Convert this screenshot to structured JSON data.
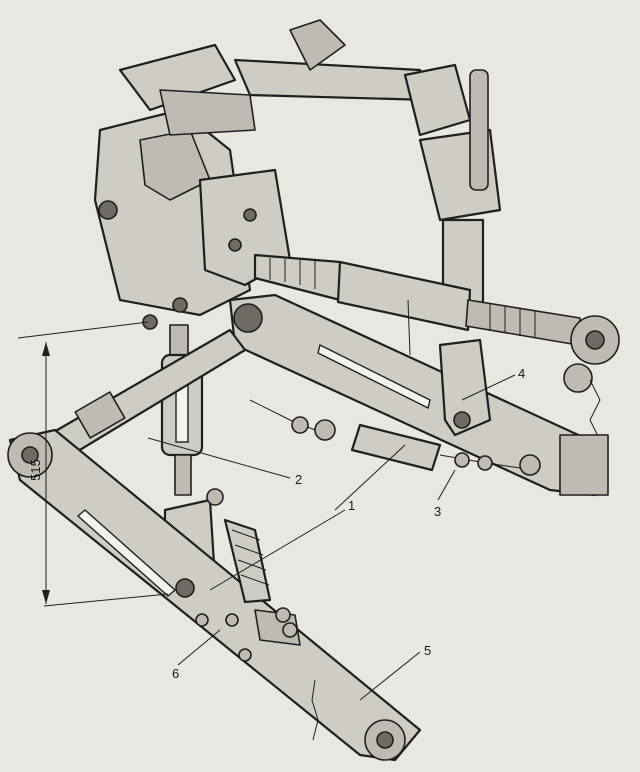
{
  "figure": {
    "dimension_label": "515",
    "callouts": [
      {
        "id": "callout-1",
        "text": "1"
      },
      {
        "id": "callout-2",
        "text": "2"
      },
      {
        "id": "callout-3",
        "text": "3"
      },
      {
        "id": "callout-4",
        "text": "4"
      },
      {
        "id": "callout-5",
        "text": "5"
      },
      {
        "id": "callout-6",
        "text": "6"
      }
    ]
  }
}
